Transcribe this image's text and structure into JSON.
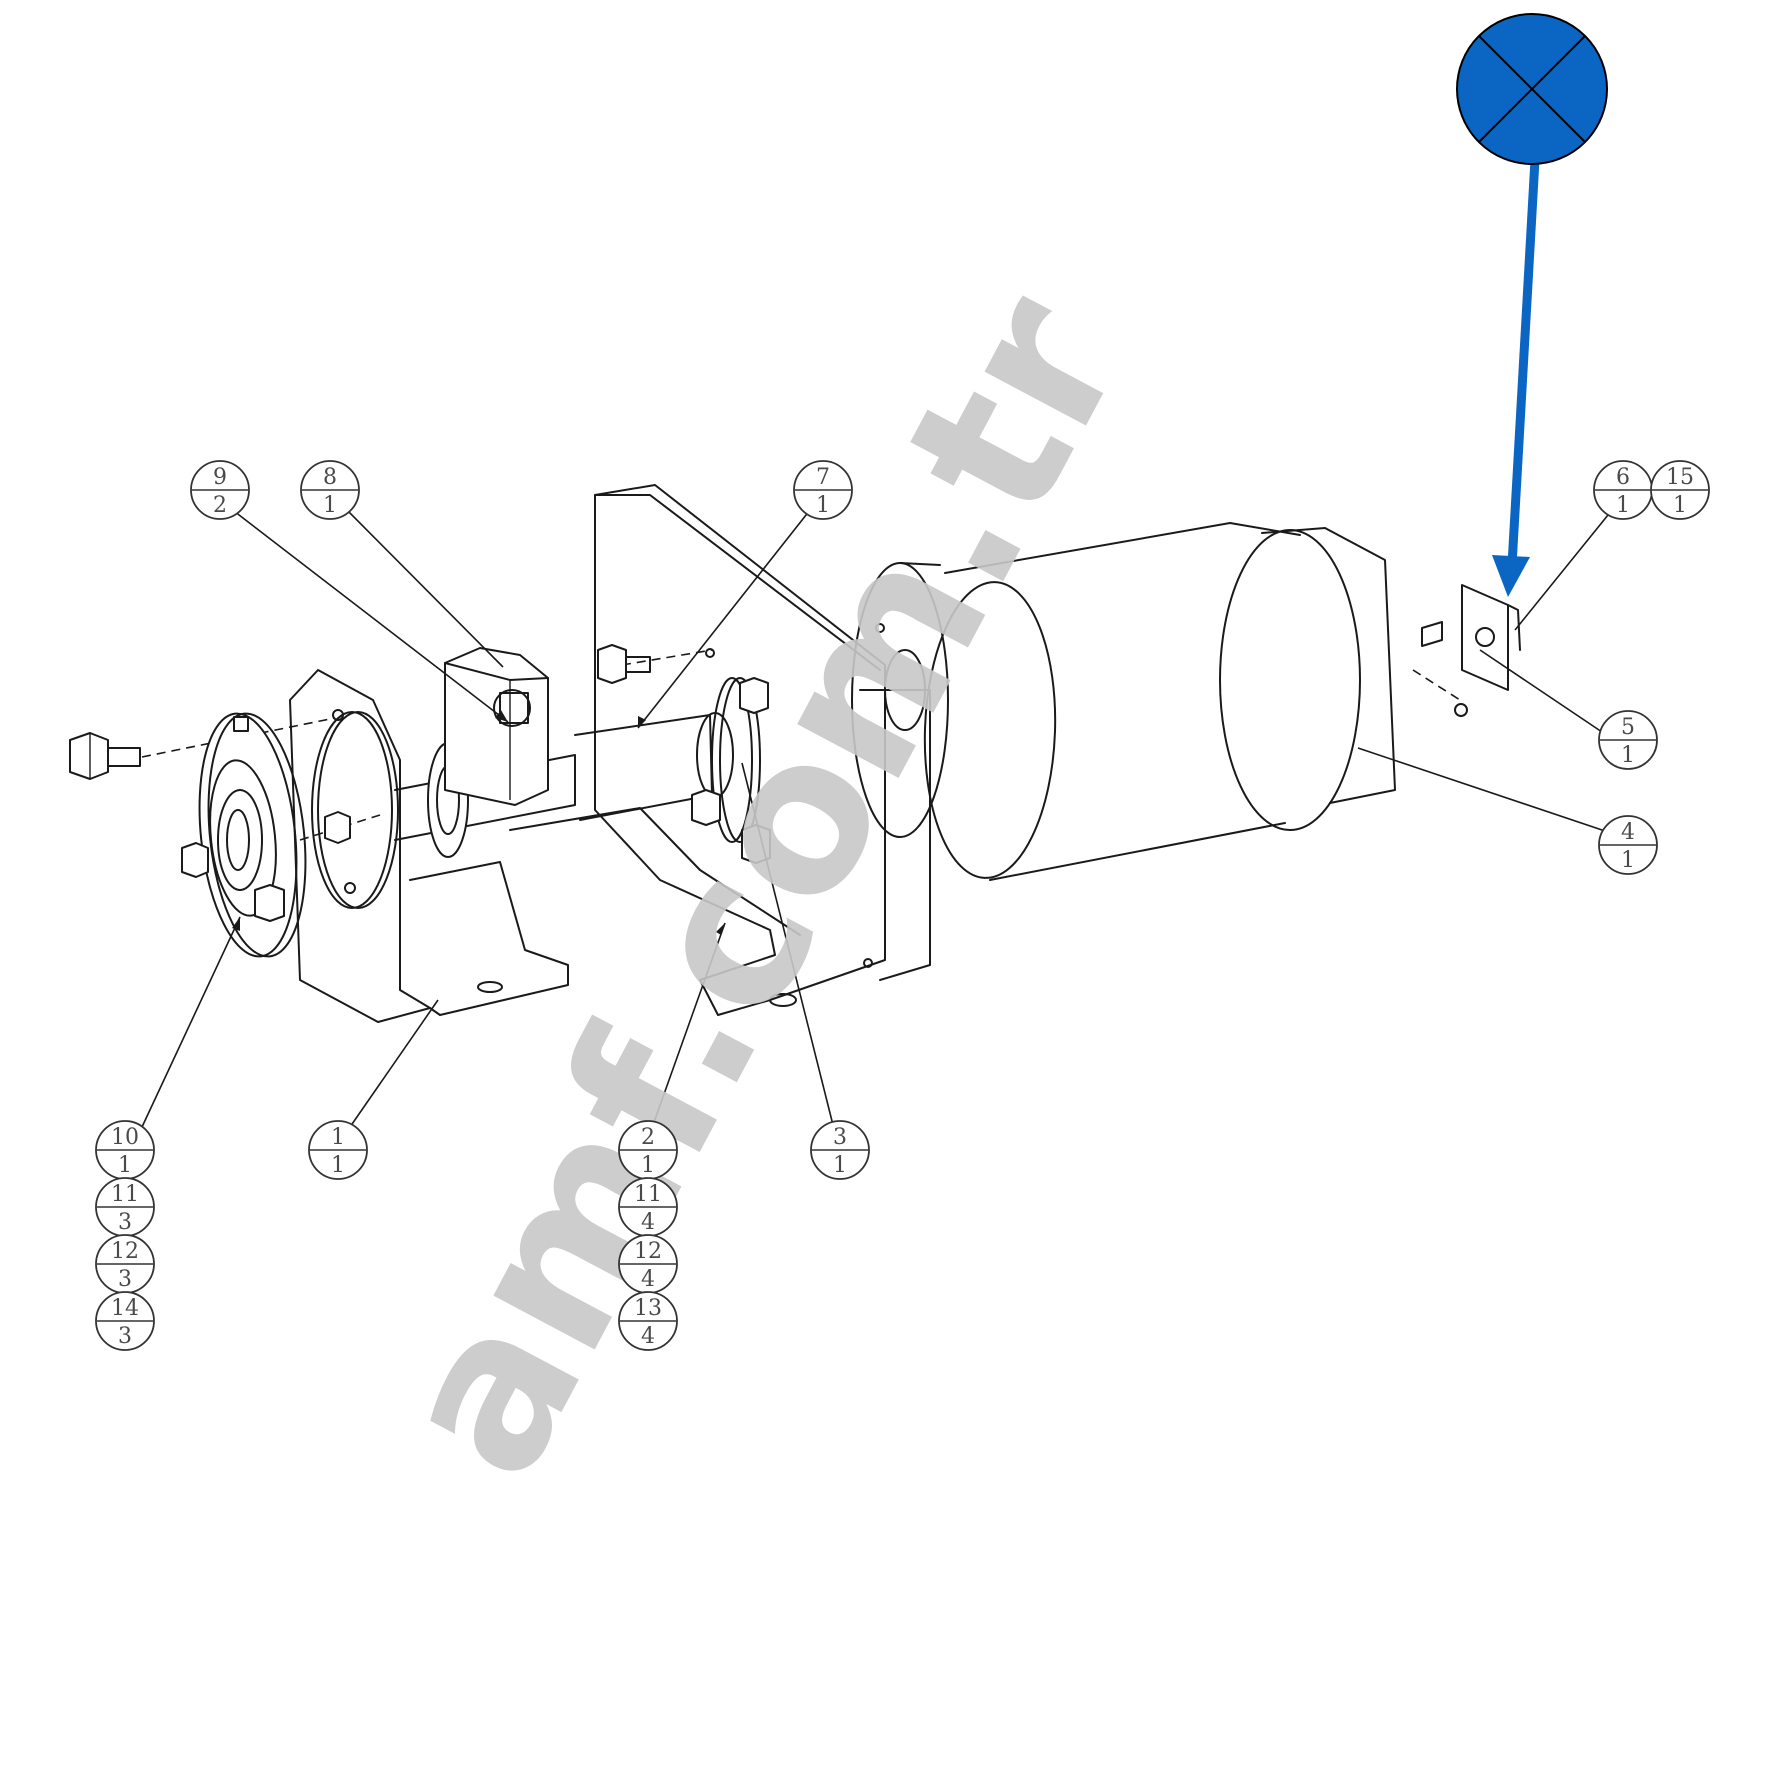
{
  "watermark": "amf.com.tr",
  "colors": {
    "marker_fill": "#0a66c2",
    "arrow": "#0a66c2",
    "line": "#1a1a1a",
    "watermark": "#c8c8c8"
  },
  "marker": {
    "icon": "crossed-circle-icon"
  },
  "callouts": [
    {
      "id": "c9",
      "part": "9",
      "qty": "2"
    },
    {
      "id": "c8",
      "part": "8",
      "qty": "1"
    },
    {
      "id": "c7",
      "part": "7",
      "qty": "1"
    },
    {
      "id": "c6",
      "part": "6",
      "qty": "1"
    },
    {
      "id": "c15",
      "part": "15",
      "qty": "1"
    },
    {
      "id": "c5",
      "part": "5",
      "qty": "1"
    },
    {
      "id": "c4",
      "part": "4",
      "qty": "1"
    },
    {
      "id": "c10",
      "part": "10",
      "qty": "1"
    },
    {
      "id": "c11a",
      "part": "11",
      "qty": "3"
    },
    {
      "id": "c12a",
      "part": "12",
      "qty": "3"
    },
    {
      "id": "c14",
      "part": "14",
      "qty": "3"
    },
    {
      "id": "c1",
      "part": "1",
      "qty": "1"
    },
    {
      "id": "c2",
      "part": "2",
      "qty": "1"
    },
    {
      "id": "c11b",
      "part": "11",
      "qty": "4"
    },
    {
      "id": "c12b",
      "part": "12",
      "qty": "4"
    },
    {
      "id": "c13",
      "part": "13",
      "qty": "4"
    },
    {
      "id": "c3",
      "part": "3",
      "qty": "1"
    }
  ]
}
